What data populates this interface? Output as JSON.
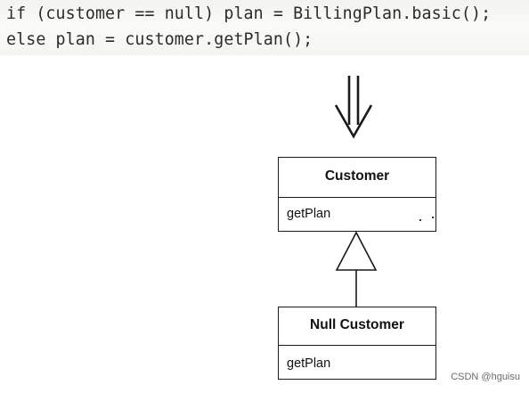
{
  "code": {
    "line1": "if (customer == null) plan = BillingPlan.basic();",
    "line2": "else plan = customer.getPlan();"
  },
  "transform_arrow": {
    "icon": "double-down-arrow-icon"
  },
  "classes": {
    "customer": {
      "name": "Customer",
      "method": "getPlan"
    },
    "null_customer": {
      "name": "Null Customer",
      "method": "getPlan"
    }
  },
  "relationship": {
    "type": "inheritance",
    "from": "Null Customer",
    "to": "Customer"
  },
  "watermark": "CSDN @hguisu"
}
